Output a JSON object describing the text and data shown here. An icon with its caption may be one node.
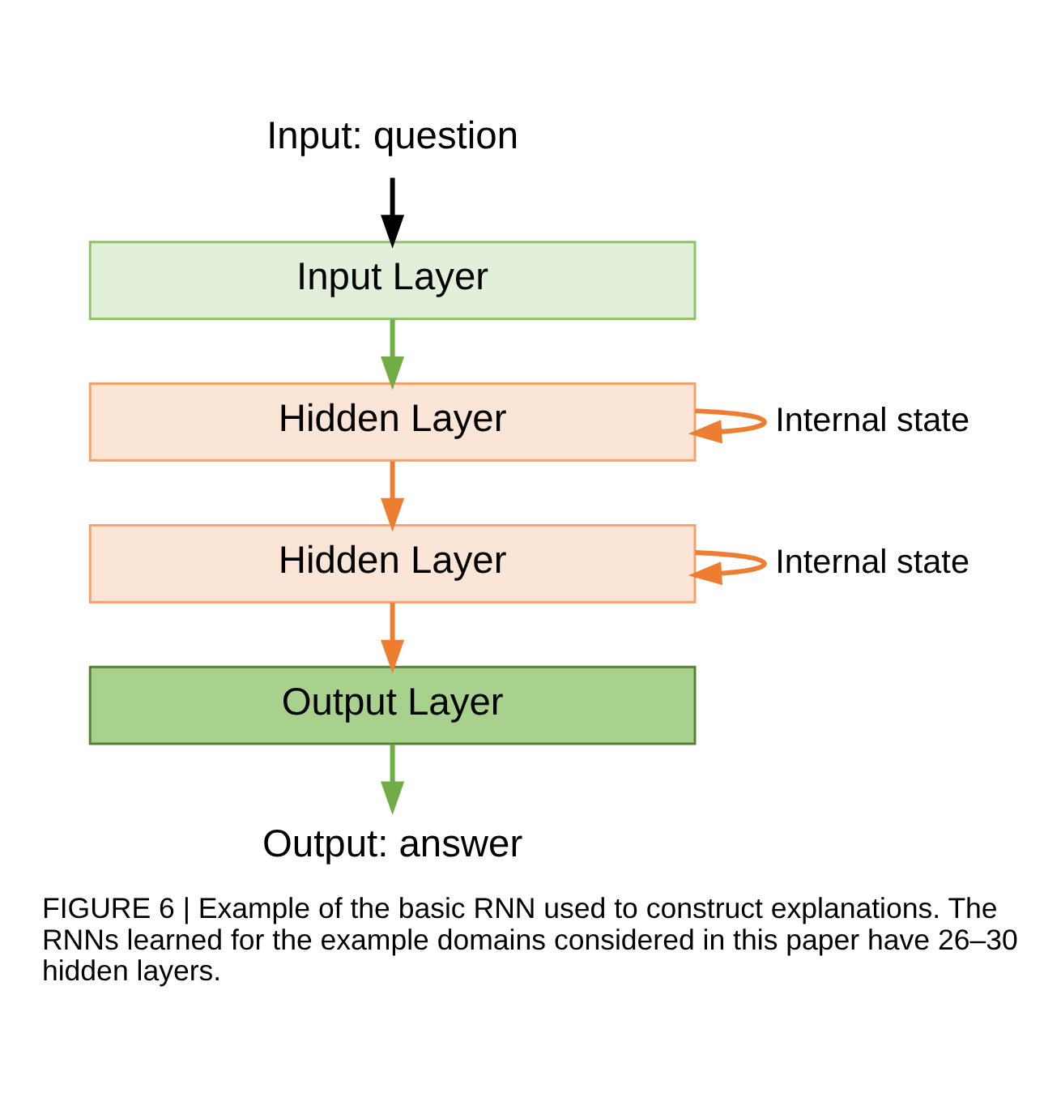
{
  "diagram": {
    "caption": "FIGURE 6 | Example of the basic RNN used to construct explanations. The RNNs learned for the example domains considered in this paper have 26–30 hidden layers.",
    "nodes": [
      {
        "text": [
          "Input: question"
        ]
      },
      {
        "text": [
          "Input Layer"
        ]
      },
      {
        "text": [
          "Hidden Layer"
        ]
      },
      {
        "text": [
          "Hidden Layer"
        ]
      },
      {
        "text": [
          "Output Layer"
        ]
      },
      {
        "text": [
          "Output: answer"
        ]
      }
    ],
    "edges": [
      {
        "from": 0,
        "to": 1,
        "arrow": "to",
        "color": "#000000"
      },
      {
        "from": 1,
        "to": 2,
        "arrow": "to",
        "color": "#70ad47"
      },
      {
        "from": 2,
        "to": 2,
        "arrow": "to",
        "label": "Internal state",
        "color": "#ed7d31"
      },
      {
        "from": 2,
        "to": 3,
        "arrow": "to",
        "color": "#ed7d31"
      },
      {
        "from": 3,
        "to": 3,
        "arrow": "to",
        "label": "Internal state",
        "color": "#ed7d31"
      },
      {
        "from": 3,
        "to": 4,
        "arrow": "to",
        "color": "#ed7d31"
      },
      {
        "from": 4,
        "to": 5,
        "arrow": "to",
        "color": "#70ad47"
      }
    ]
  }
}
